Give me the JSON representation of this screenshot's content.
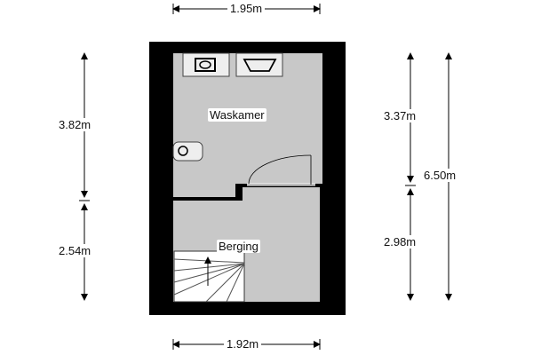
{
  "rooms": {
    "upper": "Waskamer",
    "lower": "Berging"
  },
  "dimensions": {
    "top_width": "1.95m",
    "bottom_width": "1.92m",
    "left_upper": "3.82m",
    "left_lower": "2.54m",
    "right_upper": "3.37m",
    "right_lower": "2.98m",
    "right_total": "6.50m"
  },
  "colors": {
    "wall": "#000000",
    "floor": "#c8c8c8",
    "fixture": "#eeeeee"
  }
}
